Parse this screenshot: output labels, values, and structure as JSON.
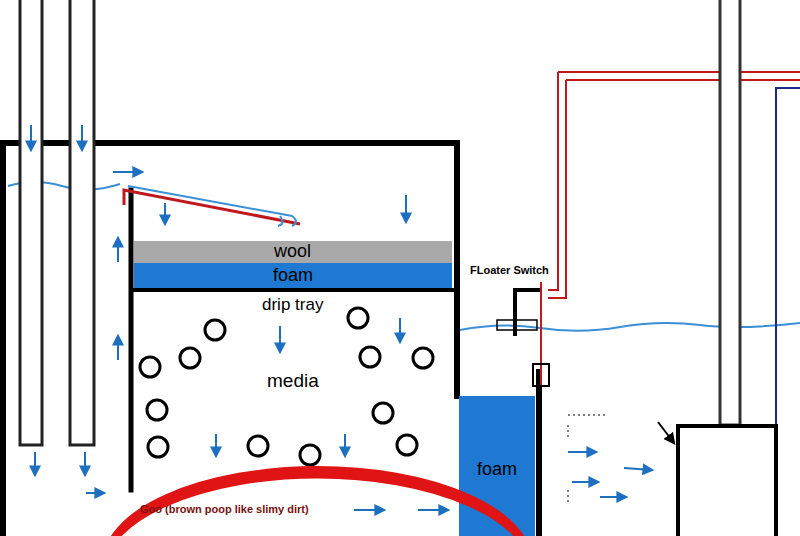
{
  "diagram": {
    "nodes": [
      {
        "text": [
          "wool"
        ]
      },
      {
        "text": [
          "foam"
        ]
      },
      {
        "text": [
          "drip tray",
          "media"
        ]
      },
      {
        "text": [
          "foam"
        ]
      },
      {
        "text": [
          "Goo (brown poop like slimy dirt)"
        ]
      }
    ],
    "labels": [
      "FLoater Switch"
    ]
  }
}
